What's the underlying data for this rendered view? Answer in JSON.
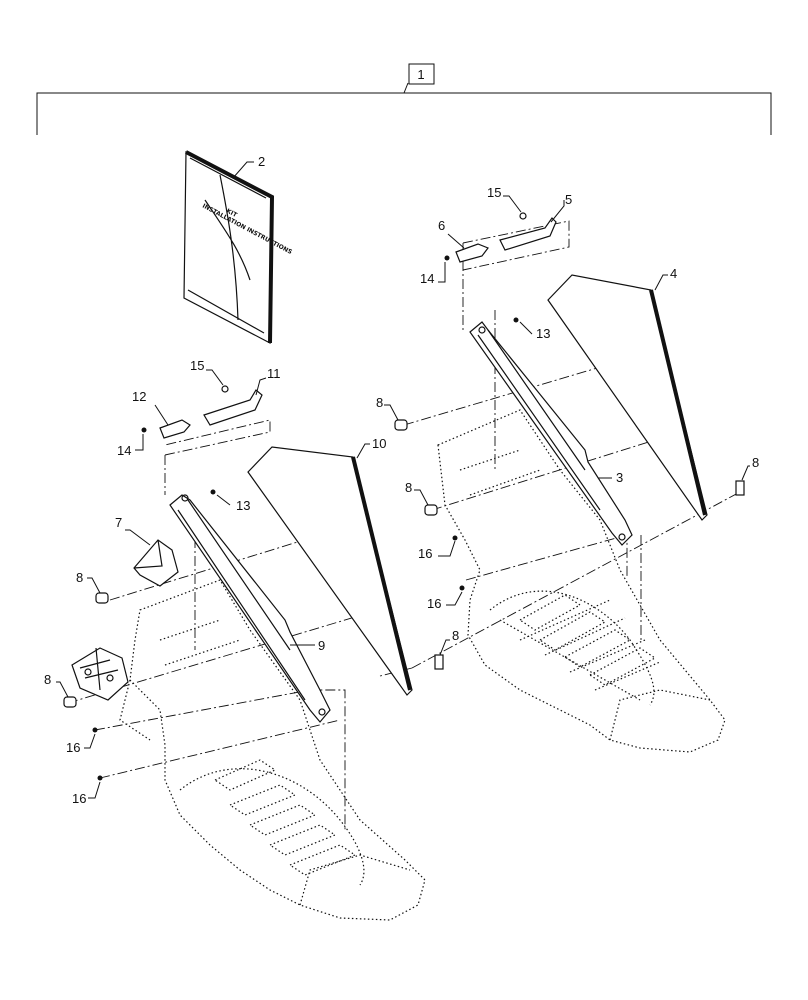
{
  "assembly_label": "1",
  "kit_cover": {
    "title": "KIT",
    "subtitle": "INSTALLATION INSTRUCTIONS"
  },
  "callouts": {
    "c1": "1",
    "c2": "2",
    "c3": "3",
    "c4": "4",
    "c5": "5",
    "c6": "6",
    "c7": "7",
    "c9": "9",
    "c10": "10",
    "c11": "11",
    "c12": "12",
    "c13": "13",
    "c14": "14",
    "c15": "15",
    "c16": "16",
    "c8": "8"
  }
}
